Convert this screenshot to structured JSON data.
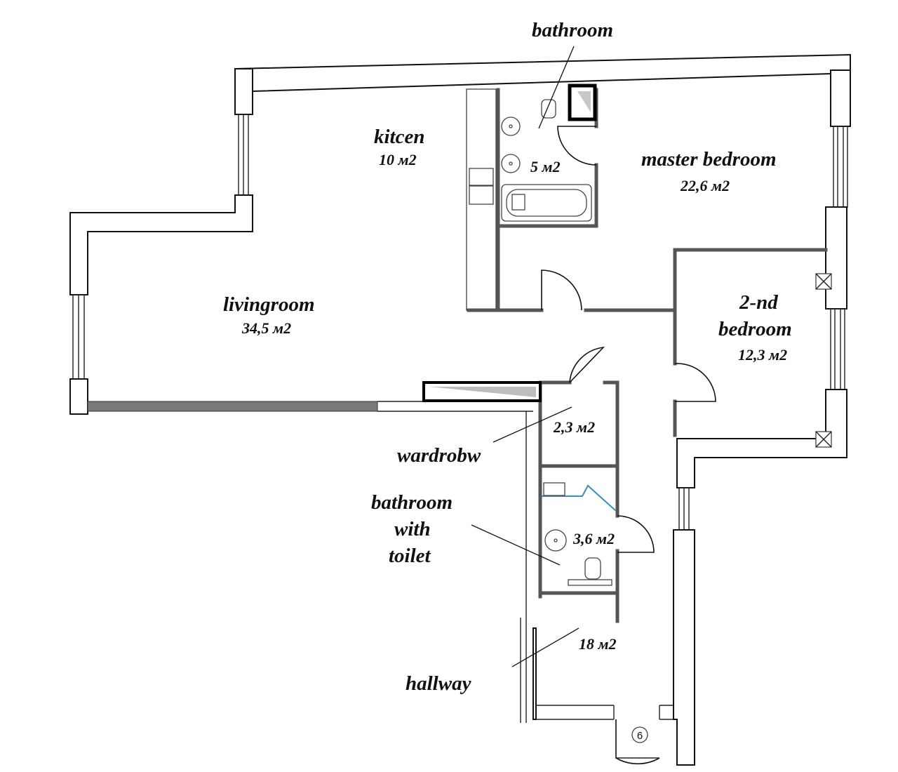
{
  "rooms": {
    "bathroom_top": {
      "name": "bathroom",
      "area": "5 м2"
    },
    "kitchen": {
      "name": "kitcen",
      "area": "10 м2"
    },
    "master_bedroom": {
      "name": "master bedroom",
      "area": "22,6 м2"
    },
    "livingroom": {
      "name": "livingroom",
      "area": "34,5 м2"
    },
    "second_bedroom": {
      "name_line1": "2-nd",
      "name_line2": "bedroom",
      "area": "12,3 м2"
    },
    "wardrobe": {
      "name": "wardrobw",
      "area": "2,3 м2"
    },
    "bathroom_toilet": {
      "name_line1": "bathroom",
      "name_line2": "with",
      "name_line3": "toilet",
      "area": "3,6 м2"
    },
    "hallway": {
      "name": "hallway",
      "area": "18 м2"
    }
  },
  "entrance_marker": "6",
  "colors": {
    "wall_dark": "#111111",
    "wall_grey": "#555555",
    "glass": "#3a8fb7"
  }
}
